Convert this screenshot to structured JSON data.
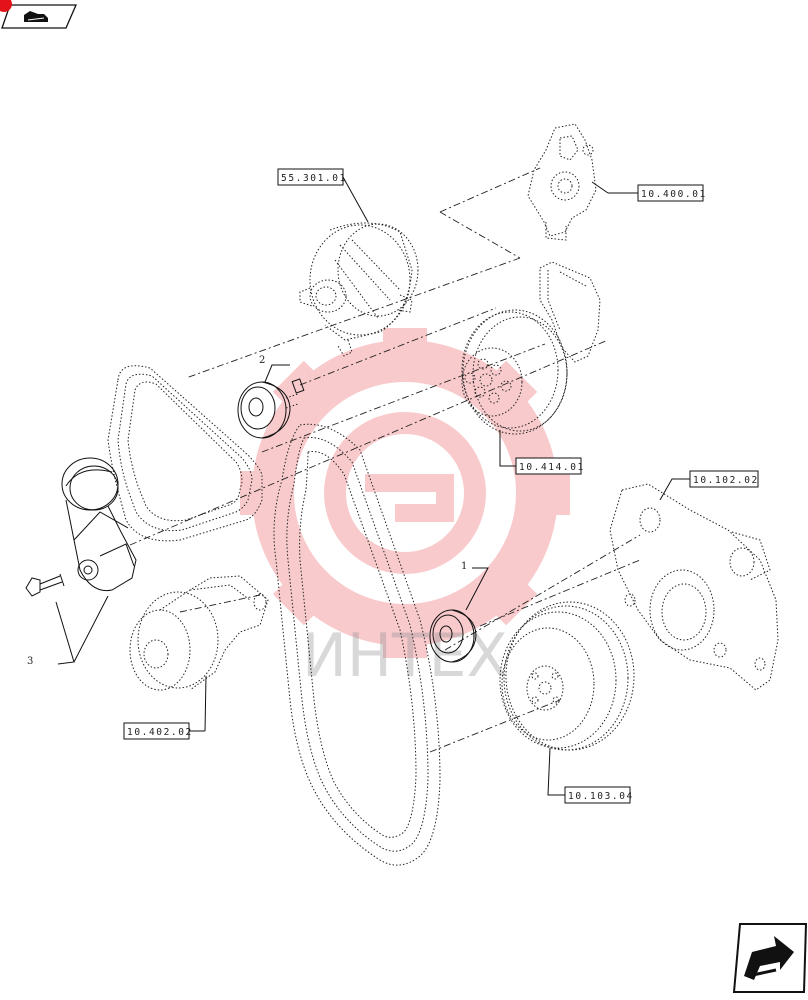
{
  "references": {
    "alternator": "55.301.01",
    "thermostat_housing": "10.400.01",
    "water_pump_fan_hub": "10.414.01",
    "front_cover": "10.102.02",
    "belt_tensioner": "10.402.02",
    "crankshaft_damper": "10.103.04"
  },
  "callouts": {
    "idler_upper": "2",
    "idler_lower": "1",
    "bolt": "3"
  },
  "watermark": {
    "text": "ИНТЕХ",
    "color": "#e2141a"
  },
  "icons": {
    "top_left": "book-arrow-icon",
    "bottom_right": "next-page-arrow-icon"
  }
}
